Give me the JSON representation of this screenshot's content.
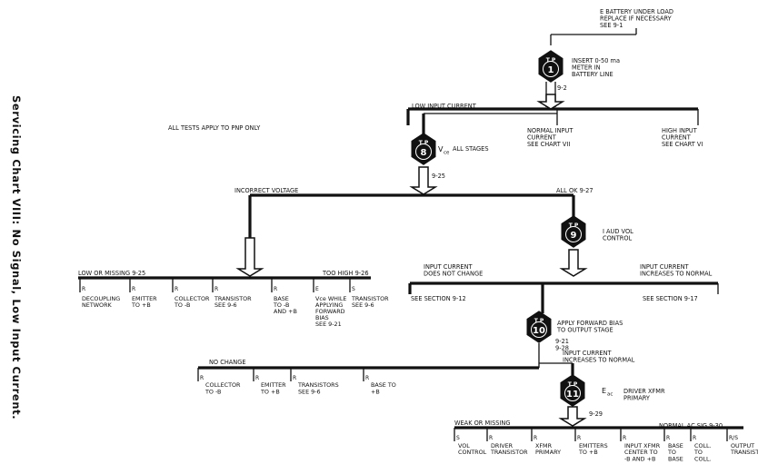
{
  "side_title": "Servicing Chart VIII: No Signal, Low Input Current.",
  "note": "ALL TESTS APPLY TO PNP ONLY",
  "top_note": [
    "E  BATTERY UNDER LOAD",
    "REPLACE IF NECESSARY",
    "SEE 9-1"
  ],
  "tp1": {
    "tp": "T P",
    "num": "1",
    "desc": [
      "INSERT 0-50 ma",
      "METER IN",
      "BATTERY LINE"
    ],
    "ref": "9-2"
  },
  "row1": {
    "left": "LOW INPUT CURRENT",
    "mid": [
      "NORMAL INPUT",
      "CURRENT",
      "SEE CHART VII"
    ],
    "right": [
      "HIGH INPUT",
      "CURRENT",
      "SEE CHART VI"
    ]
  },
  "tp8": {
    "tp": "T P",
    "num": "8",
    "desc": "ALL STAGES",
    "sym": "V",
    "sub": "ce",
    "ref": "9-25"
  },
  "row2": {
    "left": "INCORRECT VOLTAGE",
    "right": "ALL OK 9-27"
  },
  "tp9": {
    "tp": "T P",
    "num": "9",
    "desc": [
      "I  AUD VOL",
      "CONTROL"
    ]
  },
  "row3": {
    "left": "LOW OR MISSING  9-25",
    "right": "TOO HIGH 9-26",
    "branches": [
      {
        "code": "R",
        "lines": [
          "DECOUPLING",
          "NETWORK"
        ]
      },
      {
        "code": "R",
        "lines": [
          "EMITTER",
          "TO +B"
        ]
      },
      {
        "code": "R",
        "lines": [
          "COLLECTOR",
          "TO -B"
        ]
      },
      {
        "code": "R",
        "lines": [
          "TRANSISTOR",
          "SEE 9-6"
        ]
      },
      {
        "code": "R",
        "lines": [
          "BASE",
          "TO -B",
          "AND +B"
        ]
      },
      {
        "code": "E",
        "lines": [
          "Vce WHILE",
          "APPLYING",
          "FORWARD",
          "BIAS",
          "SEE 9-21"
        ]
      },
      {
        "code": "S",
        "lines": [
          "TRANSISTOR",
          "SEE 9-6"
        ]
      }
    ]
  },
  "row3b": {
    "left": [
      "INPUT CURRENT",
      "DOES NOT CHANGE"
    ],
    "right": [
      "INPUT CURRENT",
      "INCREASES TO NORMAL"
    ],
    "left_ref": "SEE SECTION 9-12",
    "right_ref": "SEE SECTION 9-17"
  },
  "tp10": {
    "tp": "T P",
    "num": "10",
    "desc": [
      "APPLY FORWARD BIAS",
      "TO OUTPUT STAGE"
    ],
    "refs": [
      "9-21",
      "9-28"
    ],
    "out": [
      "INPUT CURRENT",
      "INCREASES TO NORMAL"
    ]
  },
  "row4": {
    "left": "NO CHANGE",
    "branches": [
      {
        "code": "R",
        "lines": [
          "COLLECTOR",
          "TO -B"
        ]
      },
      {
        "code": "R",
        "lines": [
          "EMITTER",
          "TO +B"
        ]
      },
      {
        "code": "R",
        "lines": [
          "TRANSISTORS",
          "SEE 9-6"
        ]
      },
      {
        "code": "R",
        "lines": [
          "BASE TO",
          "+B"
        ]
      }
    ]
  },
  "tp11": {
    "tp": "T P",
    "num": "11",
    "desc": [
      "DRIVER XFMR",
      "PRIMARY"
    ],
    "sym": "E",
    "sub": "ac",
    "ref": "9-29"
  },
  "row5": {
    "left": "WEAK OR MISSING",
    "right": "NORMAL AC SIG 9-30",
    "branches": [
      {
        "code": "S",
        "lines": [
          "VOL",
          "CONTROL"
        ]
      },
      {
        "code": "R",
        "lines": [
          "DRIVER",
          "TRANSISTOR"
        ]
      },
      {
        "code": "R",
        "lines": [
          "XFMR",
          "PRIMARY"
        ]
      },
      {
        "code": "R",
        "lines": [
          "EMITTERS",
          "TO +B"
        ]
      },
      {
        "code": "R",
        "lines": [
          "INPUT XFMR",
          "CENTER TO",
          "-B AND +B"
        ]
      },
      {
        "code": "R",
        "lines": [
          "BASE",
          "TO",
          "BASE"
        ]
      },
      {
        "code": "R",
        "lines": [
          "COLL.",
          "TO",
          "COLL."
        ]
      },
      {
        "code": "R/S",
        "lines": [
          "OUTPUT",
          "TRANSISTOR"
        ]
      }
    ]
  }
}
